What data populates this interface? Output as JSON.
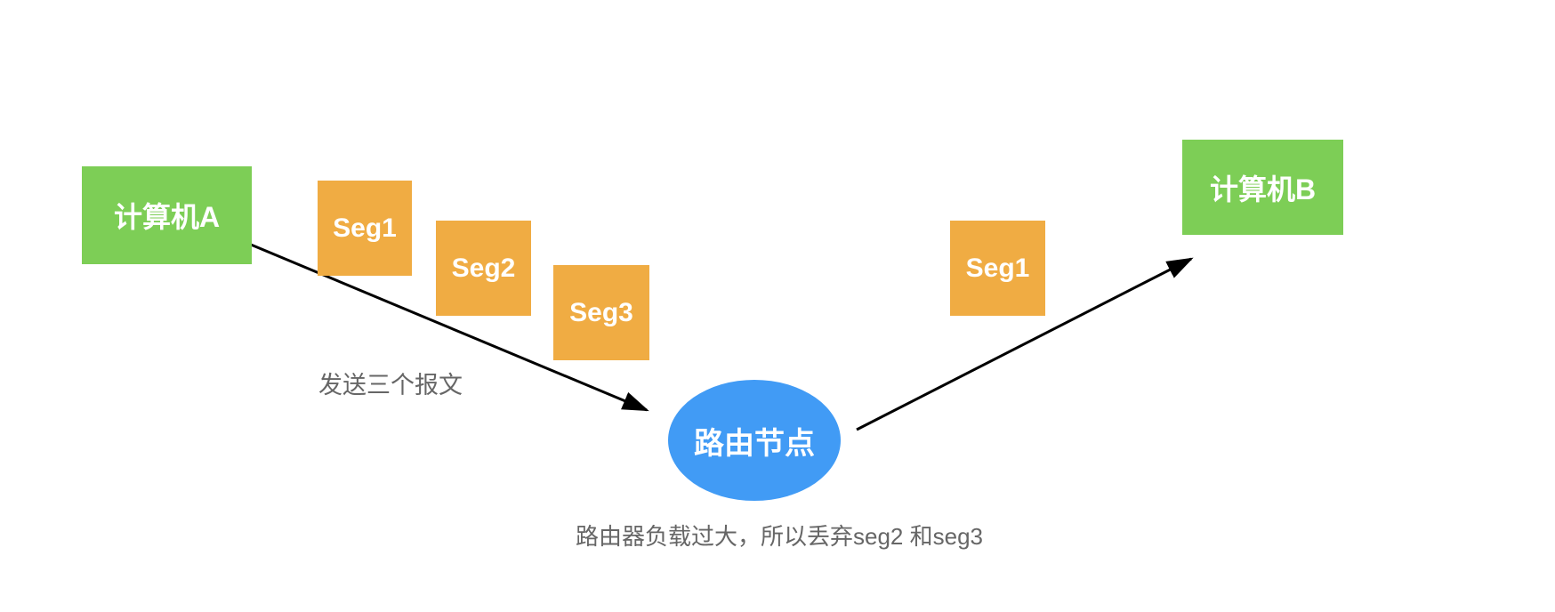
{
  "diagram": {
    "title_hint": "TCP segment loss at router between two computers",
    "nodes": {
      "computer_a": {
        "label": "计算机A",
        "shape": "rect"
      },
      "computer_b": {
        "label": "计算机B",
        "shape": "rect"
      },
      "router": {
        "label": "路由节点",
        "shape": "ellipse"
      },
      "segments_left": [
        {
          "label": "Seg1"
        },
        {
          "label": "Seg2"
        },
        {
          "label": "Seg3"
        }
      ],
      "segment_right": {
        "label": "Seg1"
      }
    },
    "annotations": {
      "send_label": "发送三个报文",
      "drop_label": "路由器负载过大，所以丢弃seg2 和seg3"
    },
    "edges": [
      {
        "from": "computer_a",
        "to": "router",
        "style": "arrow"
      },
      {
        "from": "router",
        "to": "computer_b",
        "style": "arrow"
      }
    ],
    "colors": {
      "background": "#ffffff",
      "computer_fill": "#7dce56",
      "segment_fill": "#f0ac43",
      "router_fill": "#419bf5",
      "node_text": "#ffffff",
      "annotation_text": "#666666",
      "arrow": "#000000"
    }
  }
}
